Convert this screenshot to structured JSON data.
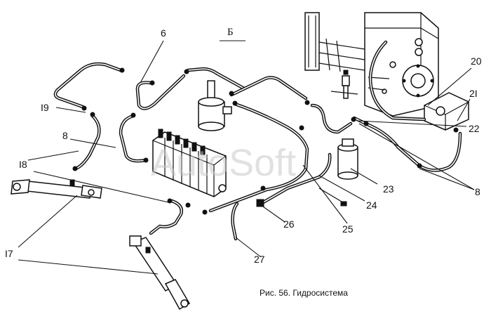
{
  "view_label": "Б",
  "caption": "Рис. 56. Гидросистема",
  "watermark": "AutoSoft",
  "labels": {
    "l6": "6",
    "l19": "I9",
    "l8a": "8",
    "l18": "I8",
    "l17": "I7",
    "l20": "20",
    "l21": "2I",
    "l22": "22",
    "l23": "23",
    "l24": "24",
    "l8b": "8",
    "l25": "25",
    "l26": "26",
    "l27": "27"
  }
}
